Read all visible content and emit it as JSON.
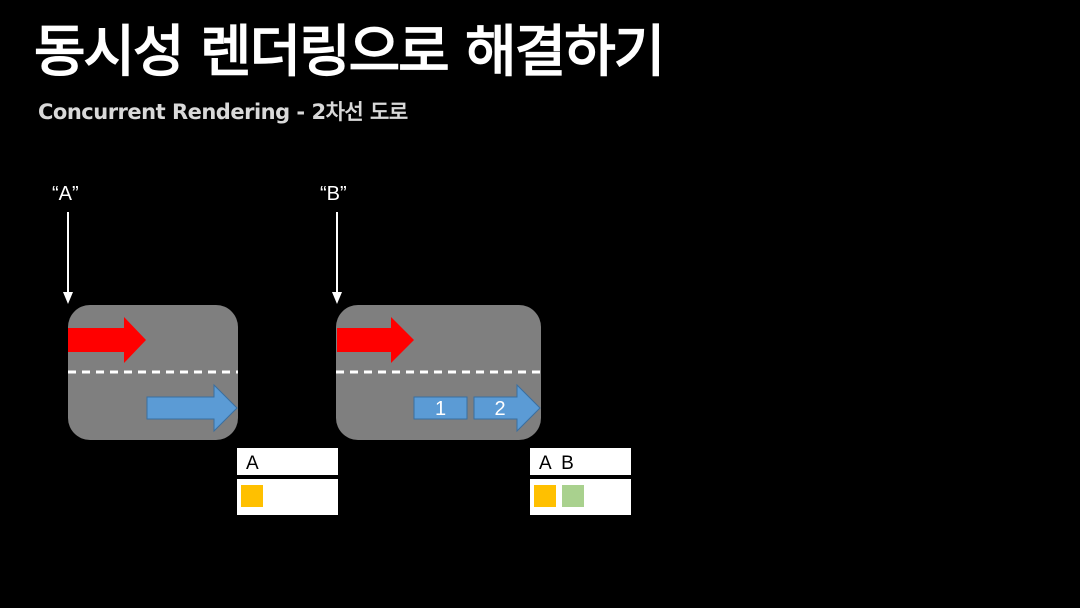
{
  "title": "동시성 렌더링으로 해결하기",
  "subtitle": "Concurrent Rendering - 2차선 도로",
  "panels": [
    {
      "input_label": "“A”",
      "queue_label": "A",
      "blocks": []
    },
    {
      "input_label": "“B”",
      "queue_label": "A  B",
      "blocks": [
        "1",
        "2"
      ]
    }
  ],
  "colors": {
    "background": "#000000",
    "road": "#7f7f7f",
    "urgent_arrow": "#ff0000",
    "transition_arrow": "#5b9bd5",
    "queue_item_a": "#ffc000",
    "queue_item_b": "#a9d18e"
  }
}
